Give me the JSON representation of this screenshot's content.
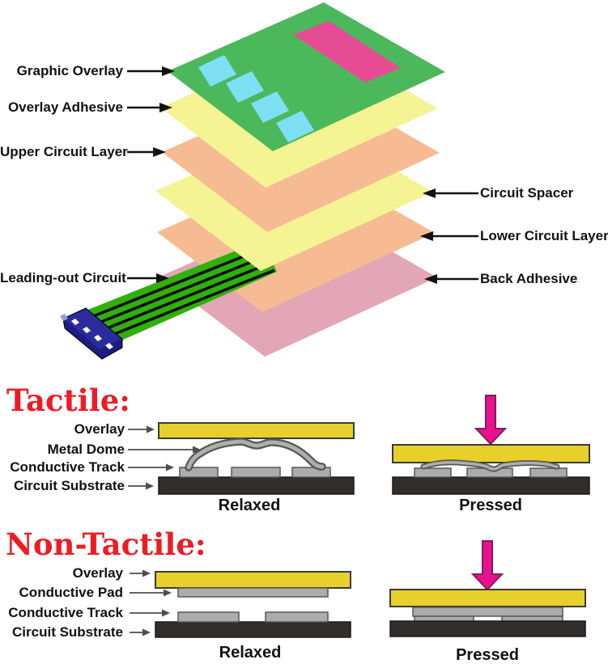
{
  "exploded": {
    "labels_left": {
      "graphic_overlay": "Graphic Overlay",
      "overlay_adhesive": "Overlay Adhesive",
      "upper_circuit_layer": "Upper Circuit Layer",
      "leading_out_circuit": "Leading-out Circuit"
    },
    "labels_right": {
      "circuit_spacer": "Circuit Spacer",
      "lower_circuit_layer": "Lower Circuit Layer",
      "back_adhesive": "Back Adhesive"
    }
  },
  "tactile": {
    "heading": "Tactile:",
    "labels": {
      "overlay": "Overlay",
      "metal_dome": "Metal Dome",
      "conductive_track": "Conductive Track",
      "circuit_substrate": "Circuit Substrate"
    },
    "captions": {
      "relaxed": "Relaxed",
      "pressed": "Pressed"
    }
  },
  "non_tactile": {
    "heading": "Non-Tactile:",
    "labels": {
      "overlay": "Overlay",
      "conductive_pad": "Conductive Pad",
      "conductive_track": "Conductive Track",
      "circuit_substrate": "Circuit Substrate"
    },
    "captions": {
      "relaxed": "Relaxed",
      "pressed": "Pressed"
    }
  },
  "colors": {
    "layer_green": "#4CB85C",
    "layer_yellow": "#F5F494",
    "layer_orange": "#F6BB92",
    "layer_pink": "#E2A6B6",
    "button_cyan": "#7EE0F4",
    "display_pink": "#E64C93",
    "ribbon_green": "#2FB00C",
    "stripe_black": "#0B0B0B",
    "connector_navy": "#2B2B9E",
    "connector_dark": "#1B1B80",
    "connector_highlight": "#9A9ADF",
    "pad_white": "#FFFFFF",
    "arrow_black": "#111111",
    "guide_gray": "#4D4D4D",
    "label_black": "#111111",
    "heading_red": "#ED1C24",
    "overlay_yellow": "#E7D02A",
    "bar_border": "#3A3A3A",
    "metal_gray": "#AFAFAF",
    "metal_outline": "#565656",
    "track_gray": "#ACACAC",
    "substrate_dark": "#332D2C",
    "press_magenta": "#EC1090",
    "press_outline": "#7D2058"
  }
}
